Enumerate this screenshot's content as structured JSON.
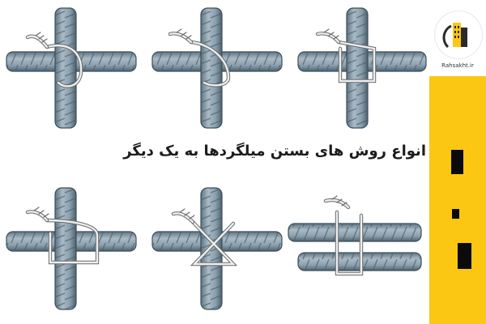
{
  "title": "انواع روش های بستن میلگردها به یک دیگر",
  "logo": {
    "site": "Rahsakht.ir",
    "accent_color": "#fcc713"
  },
  "colors": {
    "rebar_fill": "#8a9fad",
    "rebar_dark": "#3b4d58",
    "rebar_rib": "#5c6f7b",
    "wire": "#e9ecee",
    "wire_stroke": "#6a6a6a"
  },
  "figures": [
    {
      "id": "tie-1",
      "style": "snap-tie"
    },
    {
      "id": "tie-2",
      "style": "wrap-snap-tie"
    },
    {
      "id": "tie-3",
      "style": "saddle-tie"
    },
    {
      "id": "tie-4",
      "style": "saddle-tie-with-twist"
    },
    {
      "id": "tie-5",
      "style": "figure-eight-tie"
    },
    {
      "id": "tie-6",
      "style": "parallel-bar-tie"
    }
  ]
}
